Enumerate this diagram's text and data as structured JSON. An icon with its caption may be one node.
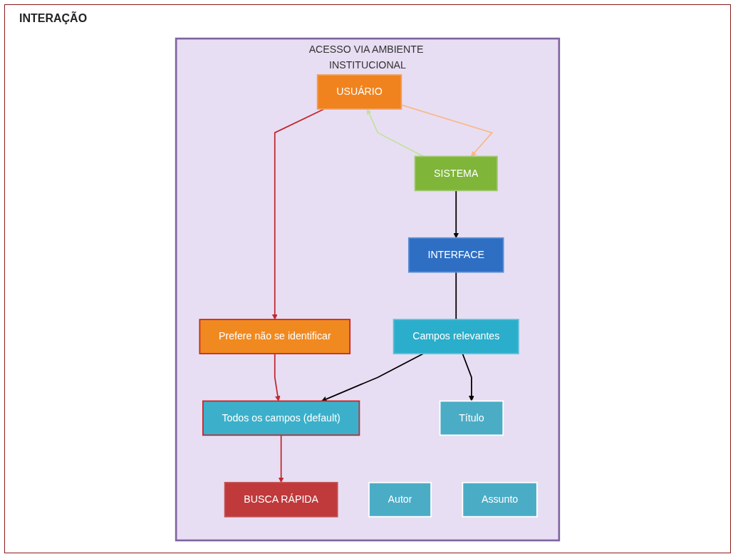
{
  "diagram": {
    "nodes": [
      {
        "text": [
          "ACESSO VIA AMBIENTE INSTITUCIONAL"
        ]
      },
      {
        "text": [
          "USUÁRIO"
        ],
        "in": 0
      },
      {
        "text": [
          "SISTEMA"
        ],
        "in": 0
      },
      {
        "text": [
          "INTERFACE"
        ],
        "in": 0
      },
      {
        "text": [
          "Campos relevantes"
        ],
        "in": 0
      },
      {
        "text": [
          "Prefere não se identificar"
        ],
        "in": 0
      },
      {
        "text": [
          "Todos os campos (default)"
        ],
        "in": 0
      },
      {
        "text": [
          "Título"
        ],
        "in": 0
      },
      {
        "text": [
          "Autor"
        ],
        "in": 0
      },
      {
        "text": [
          "Assunto"
        ],
        "in": 0
      },
      {
        "text": [
          "BUSCA RÁPIDA"
        ],
        "in": 0
      }
    ],
    "edges": [
      {
        "from": 1,
        "to": 2,
        "arrow": "to",
        "color": "#f8b98a"
      },
      {
        "from": 2,
        "to": 1,
        "arrow": "to",
        "color": "#c3e29e"
      },
      {
        "from": 2,
        "to": 3,
        "arrow": "to"
      },
      {
        "from": 3,
        "to": 4,
        "arrow": "none"
      },
      {
        "from": 4,
        "to": 6,
        "arrow": "to"
      },
      {
        "from": 4,
        "to": 7,
        "arrow": "to"
      },
      {
        "from": 1,
        "to": 5,
        "arrow": "to",
        "color": "#c0282d"
      },
      {
        "from": 5,
        "to": 6,
        "arrow": "to",
        "color": "#c0282d"
      },
      {
        "from": 6,
        "to": 10,
        "arrow": "to",
        "color": "#c0282d"
      }
    ],
    "labels": [
      "INTERAÇÃO"
    ]
  }
}
